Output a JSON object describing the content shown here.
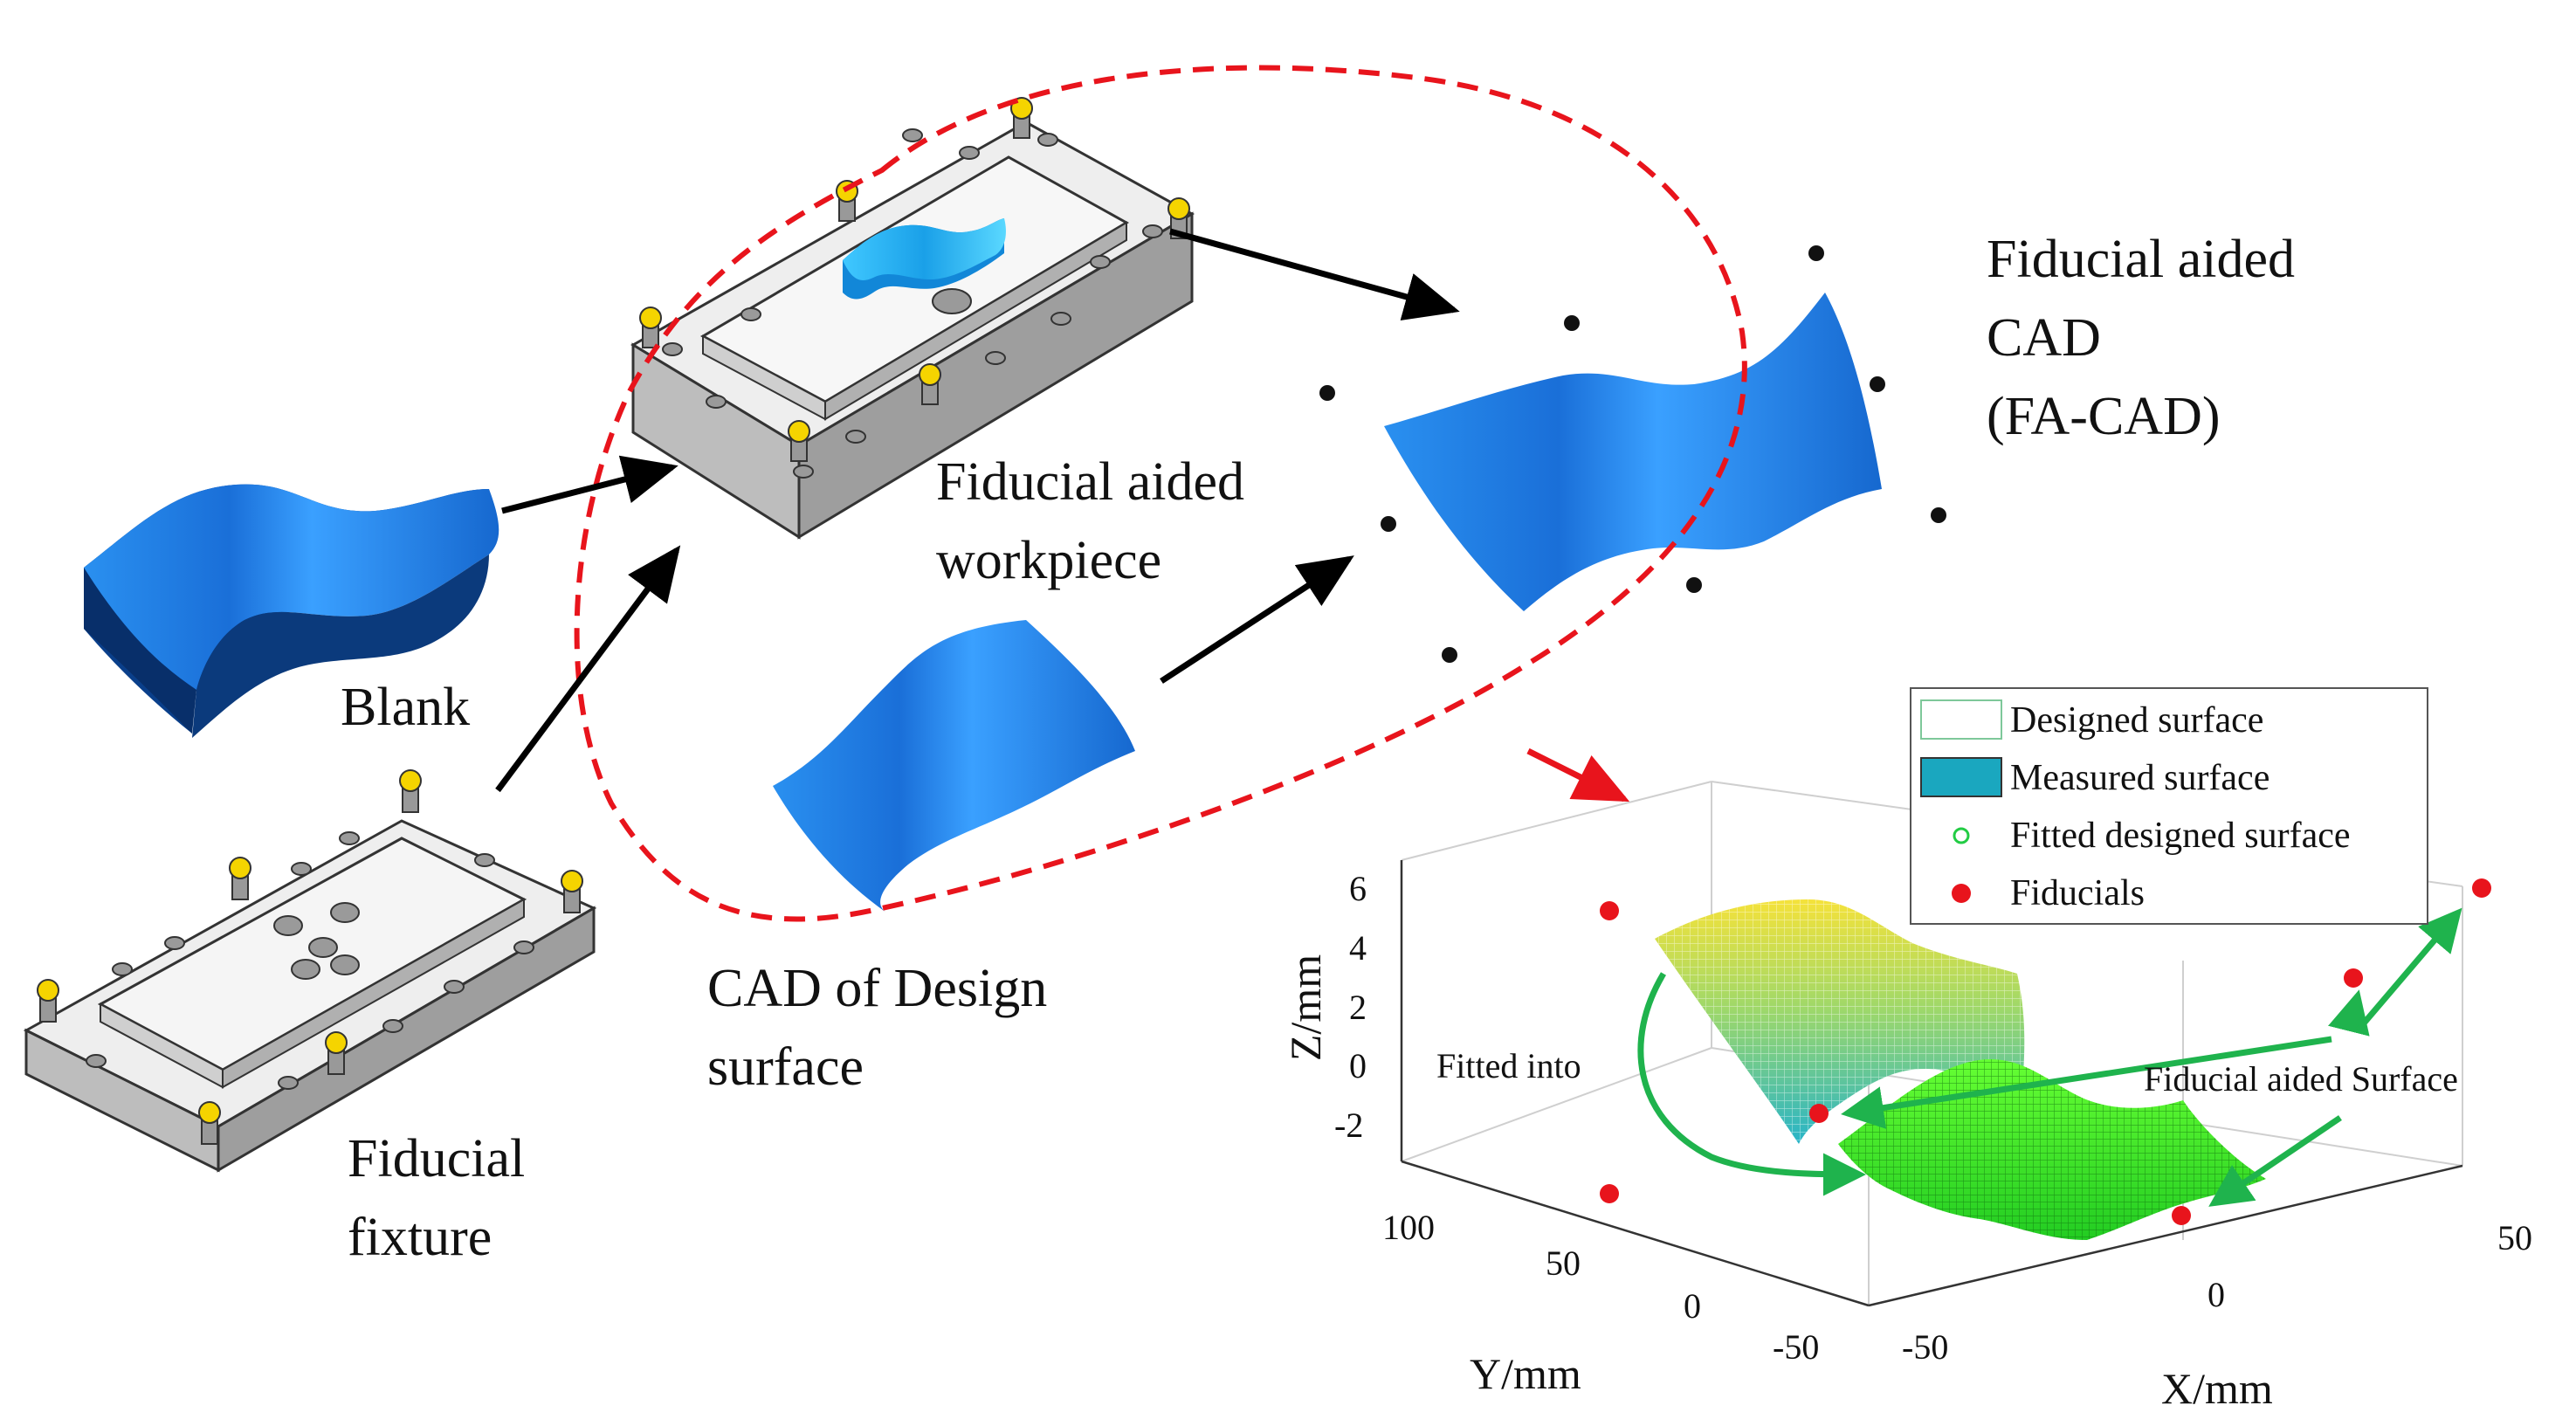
{
  "labels": {
    "blank": "Blank",
    "fixture_line1": "Fiducial",
    "fixture_line2": "fixture",
    "workpiece_line1": "Fiducial aided",
    "workpiece_line2": "workpiece",
    "cad_line1": "CAD of Design",
    "cad_line2": "surface",
    "facad_line1": "Fiducial aided",
    "facad_line2": "CAD",
    "facad_line3": "(FA-CAD)"
  },
  "plot": {
    "zlabel": "Z/mm",
    "ylabel": "Y/mm",
    "xlabel": "X/mm",
    "z_ticks": [
      "6",
      "4",
      "2",
      "0",
      "-2"
    ],
    "y_ticks": [
      "100",
      "50",
      "0",
      "-50"
    ],
    "x_ticks": [
      "-50",
      "0",
      "50"
    ],
    "annotation_left": "Fitted into",
    "annotation_right": "Fiducial aided Surface",
    "legend": [
      {
        "label": "Designed surface",
        "swatch": "#ffffff"
      },
      {
        "label": "Measured surface",
        "swatch": "#1aa7bf"
      },
      {
        "label": "Fitted designed surface",
        "swatch": "#22cc44"
      },
      {
        "label": "Fiducials",
        "swatch": "#e8141c"
      }
    ]
  },
  "colors": {
    "surface_blue": "#1a7fe0",
    "surface_dark": "#0a3f8a",
    "fixture_grey": "#d9d9d9",
    "fiducial_yellow": "#f5d400",
    "dashed_red": "#e8141c",
    "arrow_green": "#1fb34d",
    "fitted_green": "#33ee22"
  }
}
